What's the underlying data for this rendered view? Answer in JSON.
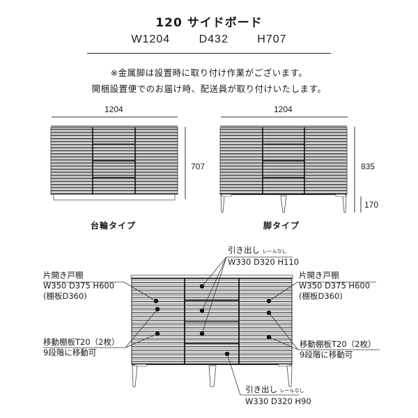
{
  "header": {
    "title": "120 サイドボード",
    "dimensions": {
      "width": "W1204",
      "depth": "D432",
      "height": "H707"
    }
  },
  "notes": [
    "※金属脚は設置時に取り付け作業がございます。",
    "開梱設置便でのお届け時、配送員が取り付けいたします。"
  ],
  "diagrams": {
    "base_type": {
      "caption": "台輪タイプ",
      "width_label": "1204",
      "height_label": "707"
    },
    "leg_type": {
      "caption": "脚タイプ",
      "width_label": "1204",
      "height_label": "835",
      "leg_height_label": "170"
    }
  },
  "detail": {
    "drawer_upper": {
      "name": "引き出し",
      "note": "レールなし",
      "size": "W330 D320 H110"
    },
    "drawer_lower": {
      "name": "引き出し",
      "note": "レールなし",
      "size": "W330 D320 H90"
    },
    "door_left": {
      "name": "片開き戸棚",
      "size": "W350 D375 H600",
      "shelf": "(棚板D360)"
    },
    "door_right": {
      "name": "片開き戸棚",
      "size": "W350 D375 H600",
      "shelf": "(棚板D360)"
    },
    "shelf_left": {
      "name": "移動棚板T20（2枚）",
      "adjust": "9段階に移動可"
    },
    "shelf_right": {
      "name": "移動棚板T20（2枚）",
      "adjust": "9段階に移動可"
    }
  },
  "colors": {
    "line": "#222222",
    "slat_dark": "#333333",
    "slat_light": "#888888"
  }
}
